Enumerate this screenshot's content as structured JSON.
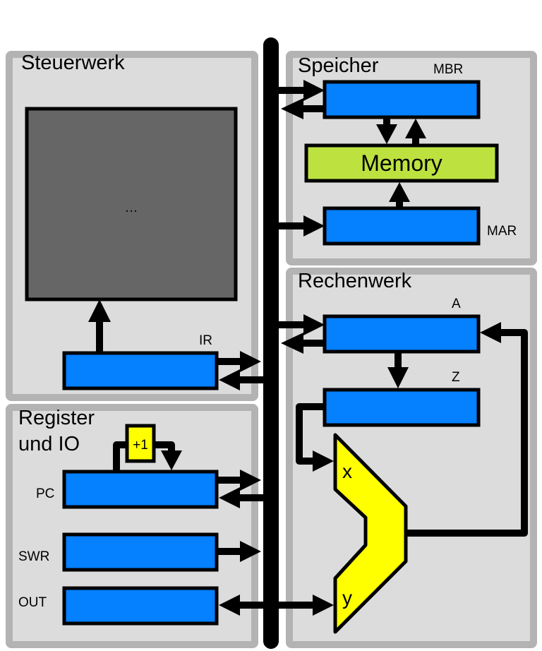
{
  "diagram": {
    "colors": {
      "panel_fill": "#dcdcdc",
      "panel_border": "#b3b3b3",
      "register": "#0580ff",
      "memory": "#bde240",
      "alu": "#ffff00",
      "incrementer": "#ffff00",
      "control_block": "#666666",
      "bus": "#000000"
    },
    "sections": {
      "control_unit": {
        "title": "Steuerwerk",
        "block_text": "…"
      },
      "memory": {
        "title": "Speicher"
      },
      "alu": {
        "title": "Rechenwerk"
      },
      "registers_io": {
        "title_line1": "Register",
        "title_line2": "und IO"
      }
    },
    "registers": {
      "mbr": "MBR",
      "mar": "MAR",
      "ir": "IR",
      "a": "A",
      "z": "Z",
      "pc": "PC",
      "swr": "SWR",
      "out": "OUT"
    },
    "memory_block": {
      "label": "Memory"
    },
    "incrementer": {
      "label": "+1"
    },
    "alu_unit": {
      "input_x": "x",
      "input_y": "y"
    }
  }
}
